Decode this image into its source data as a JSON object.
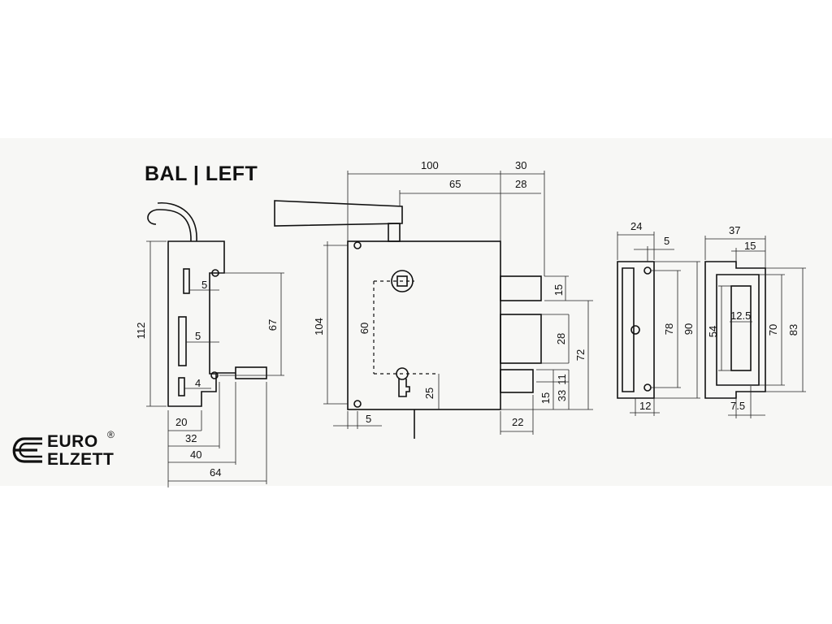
{
  "title": "BAL | LEFT",
  "brand": {
    "line1": "EURO",
    "line2": "ELZETT",
    "mark": "®"
  },
  "dimensions": {
    "side_view": {
      "height_total": "112",
      "slot_top": "5",
      "slot_mid": "5",
      "slot_bot": "4",
      "hole_span": "67",
      "w20": "20",
      "w32": "32",
      "w40": "40",
      "w64": "64"
    },
    "front_view": {
      "top_total": "100",
      "top_right": "30",
      "handle_offset": "65",
      "bolt_depth": "28",
      "height": "104",
      "spindle_key": "60",
      "key_to_bottom": "25",
      "bottom_offset": "5",
      "bolt_height": "15",
      "mid_bolt": "28",
      "bolt_span": "72",
      "low_a": "11",
      "low_b": "33",
      "low_bolt": "15",
      "bolt_out": "22"
    },
    "strike_plate": {
      "width": "24",
      "edge": "5",
      "inner": "78",
      "outer": "90",
      "depth": "12"
    },
    "keeper": {
      "width": "37",
      "lip": "15",
      "slot_w": "12.5",
      "slot_h": "54",
      "inner": "70",
      "outer": "83",
      "foot": "7.5"
    }
  }
}
